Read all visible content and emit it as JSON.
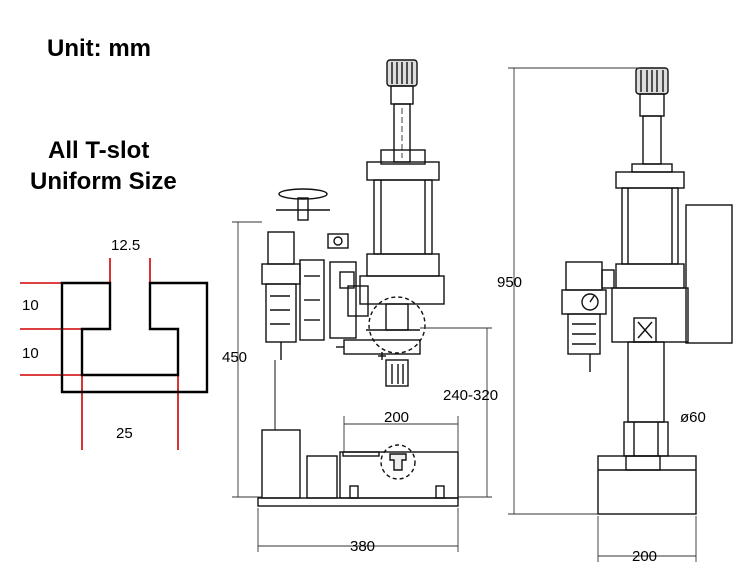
{
  "unit_label": "Unit: mm",
  "tslot_note": {
    "line1": "All T-slot",
    "line2": "Uniform Size"
  },
  "tslot_dims": {
    "top_width": "12.5",
    "upper_height": "10",
    "lower_height": "10",
    "bottom_width": "25"
  },
  "front_view_dims": {
    "height": "450",
    "stroke_range": "240-320",
    "table_width": "200",
    "base_width": "380"
  },
  "side_view_dims": {
    "total_height": "950",
    "column_diameter": "ø60",
    "base_width": "200"
  },
  "colors": {
    "line": "#111111",
    "dimension_line": "#333333",
    "tslot_outline": "#000000",
    "tslot_guides": "#d00000",
    "background": "#ffffff"
  }
}
